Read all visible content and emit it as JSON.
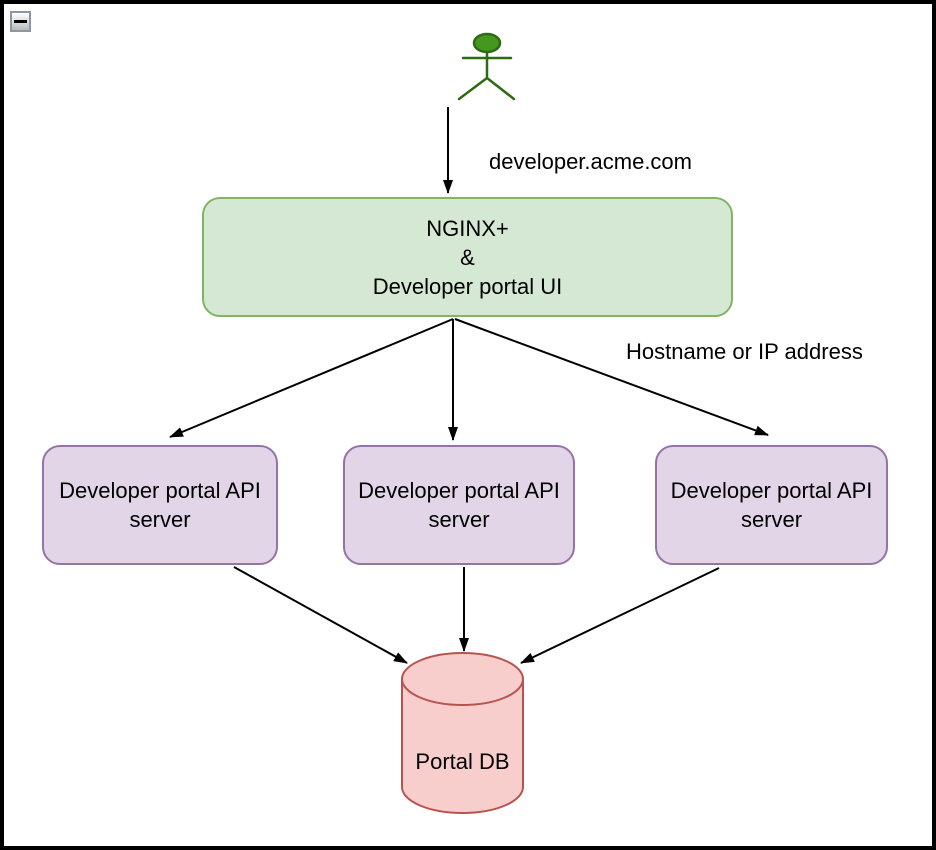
{
  "window": {
    "collapse_icon": "minus",
    "frame_color": "#000000",
    "background_color": "#ffffff"
  },
  "diagram": {
    "actor": {
      "icon": "person-actor-icon",
      "fill": "#44981f",
      "stroke": "#2d6b12"
    },
    "edge_labels": {
      "user_to_gateway": "developer.acme.com",
      "gateway_to_servers": "Hostname or IP address"
    },
    "gateway": {
      "lines": [
        "NGINX+",
        "&",
        "Developer portal UI"
      ],
      "fill": "#d5e8d4",
      "stroke": "#82b366"
    },
    "api_servers": [
      {
        "lines": [
          "Developer portal API",
          "server"
        ]
      },
      {
        "lines": [
          "Developer portal API",
          "server"
        ]
      },
      {
        "lines": [
          "Developer portal API",
          "server"
        ]
      }
    ],
    "api_server_style": {
      "fill": "#e1d5e7",
      "stroke": "#9673a6"
    },
    "database": {
      "label": "Portal DB",
      "fill": "#f8cecc",
      "stroke": "#b85450"
    },
    "arrow_color": "#000000"
  }
}
